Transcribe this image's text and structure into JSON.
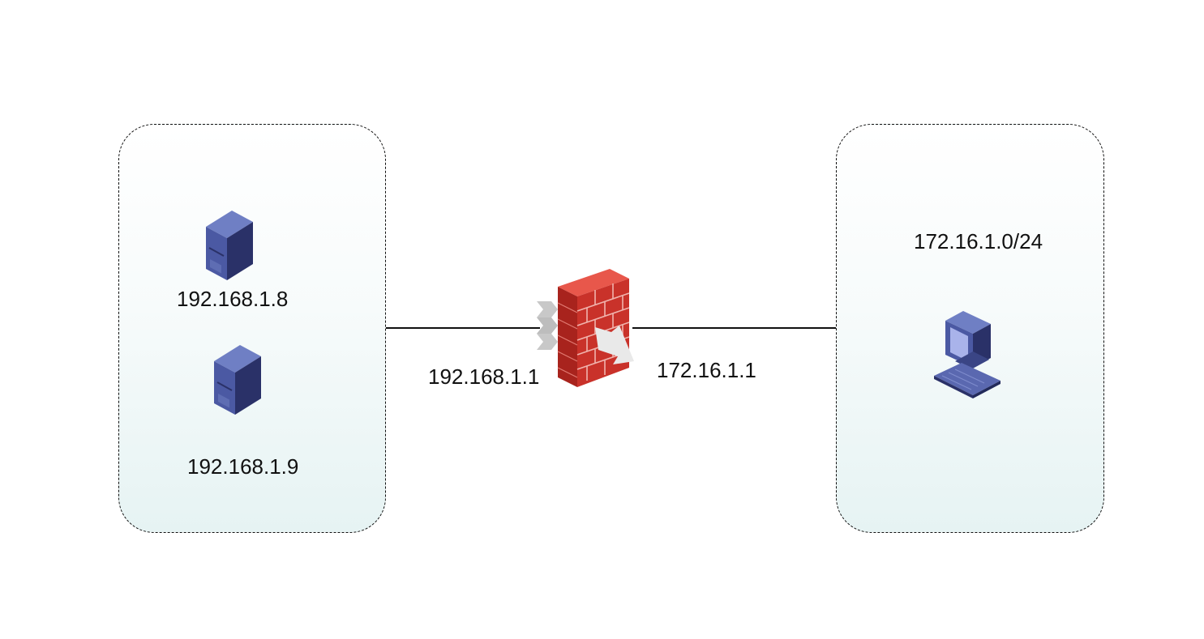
{
  "left_zone": {
    "servers": [
      {
        "icon": "server-icon",
        "label": "192.168.1.8"
      },
      {
        "icon": "server-icon",
        "label": "192.168.1.9"
      }
    ]
  },
  "firewall": {
    "icon": "firewall-icon",
    "inside_ip": "192.168.1.1",
    "outside_ip": "172.16.1.1"
  },
  "right_zone": {
    "network": "172.16.1.0/24",
    "client_icon": "workstation-icon"
  },
  "colors": {
    "device_blue": "#3d4a8a",
    "firewall_red": "#c9322a",
    "zone_fill_bottom": "#e6f3f3"
  }
}
